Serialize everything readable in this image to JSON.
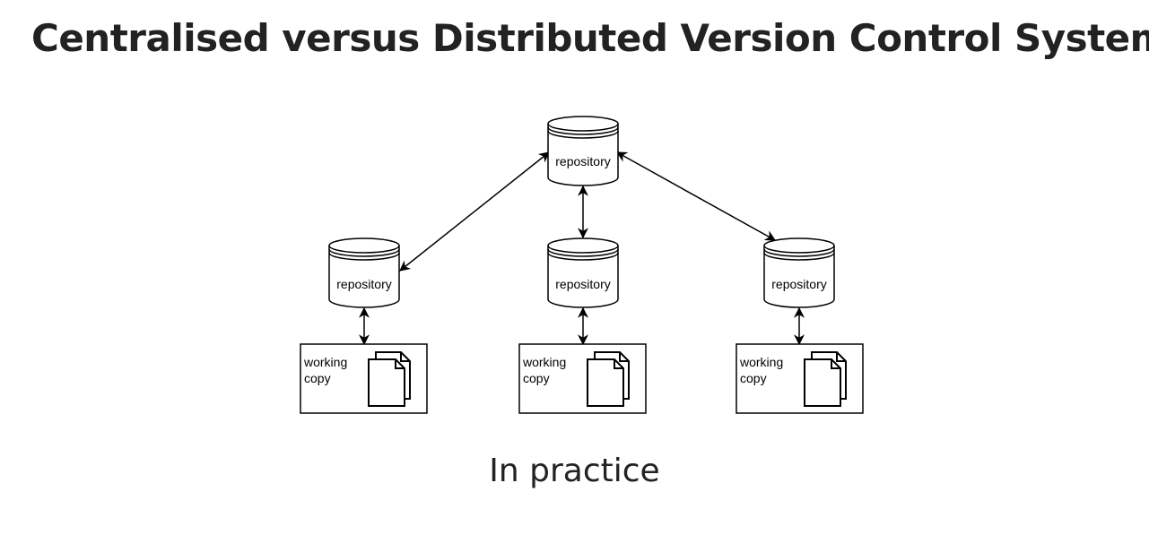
{
  "slide": {
    "title": "Centralised versus Distributed Version Control Systems",
    "caption": "In practice"
  },
  "diagram": {
    "repository_label": "repository",
    "working_copy_line1": "working",
    "working_copy_line2": "copy",
    "stroke_color": "#000000"
  }
}
